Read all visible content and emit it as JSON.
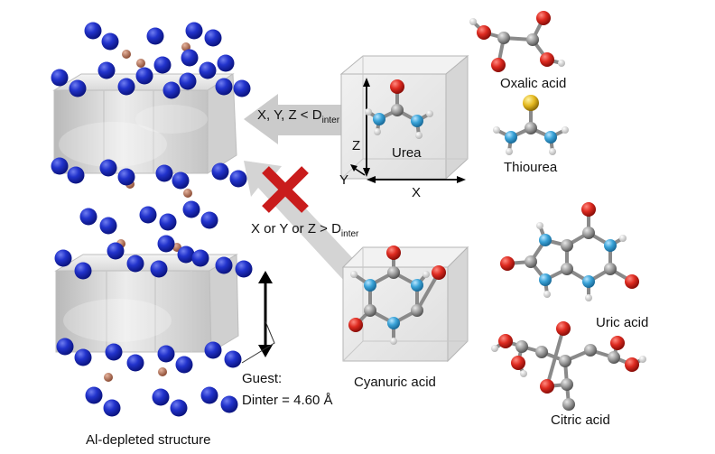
{
  "labels": {
    "condition_fit": "X, Y, Z < D",
    "condition_fit_sub": "inter",
    "condition_nofit": "X or Y or Z > D",
    "condition_nofit_sub": "inter",
    "axis_x": "X",
    "axis_y": "Y",
    "axis_z": "Z",
    "guest_line1": "Guest:",
    "guest_line2": "Dinter = 4.60 Å",
    "structure": "Al-depleted structure"
  },
  "molecules": {
    "urea": "Urea",
    "oxalic_acid": "Oxalic acid",
    "thiourea": "Thiourea",
    "uric_acid": "Uric acid",
    "cyanuric_acid": "Cyanuric acid",
    "citric_acid": "Citric acid"
  },
  "colors": {
    "framework_atom": "#1f2fc7",
    "interlayer_atom": "#b06a4e",
    "oxygen": "#d8261e",
    "nitrogen": "#3aa3d8",
    "carbon": "#9a9a9a",
    "hydrogen": "#f2f2f2",
    "sulfur": "#e3b71e",
    "cross": "#c91c1c",
    "arrow": "#c8c8c8"
  }
}
